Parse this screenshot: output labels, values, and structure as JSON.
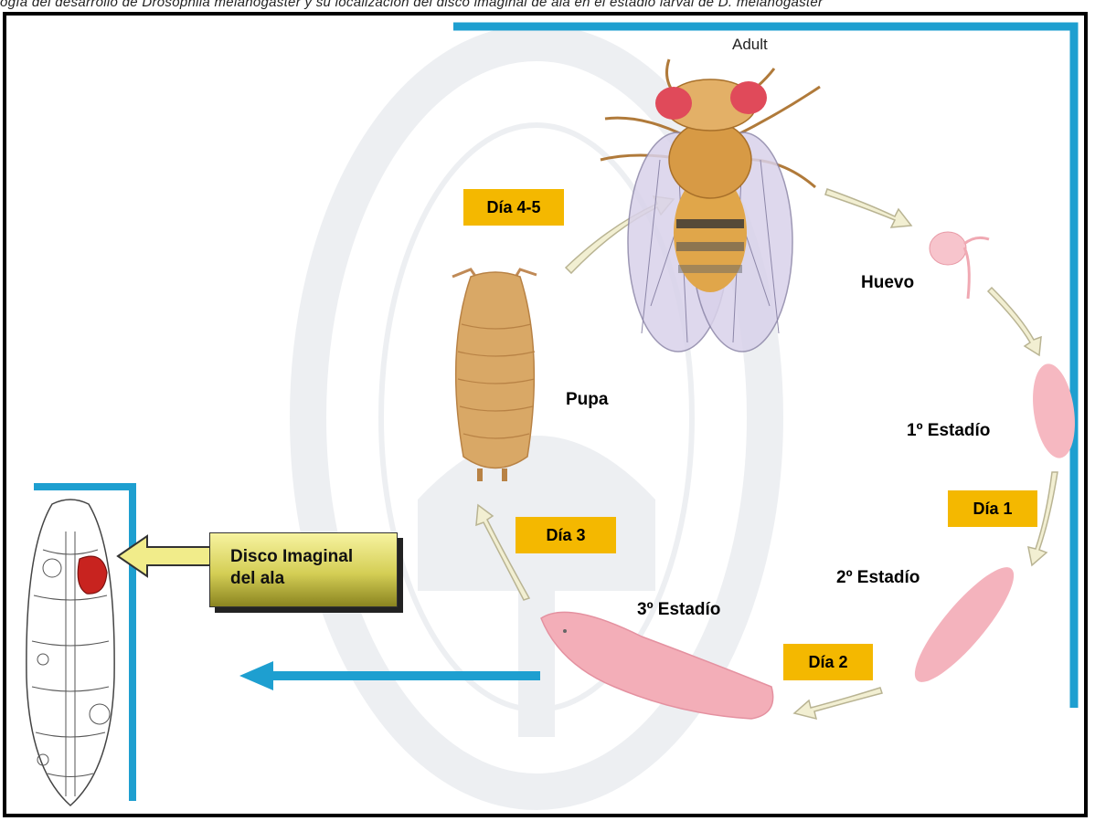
{
  "caption": "ogía del desarrollo de Drosophila melanogaster y su localización del disco imaginal de ala en el estadio larval de D. melanogaster",
  "stages": {
    "adult": "Adult",
    "egg": "Huevo",
    "first_instar": "1º Estadío",
    "second_instar": "2º Estadío",
    "third_instar": "3º Estadío",
    "pupa": "Pupa"
  },
  "days": {
    "day1": "Día 1",
    "day2": "Día 2",
    "day3": "Día 3",
    "day45": "Día 4-5"
  },
  "callout": {
    "line1": "Disco Imaginal",
    "line2": "del ala"
  },
  "colors": {
    "accent_blue": "#1e9fd0",
    "badge": "#f4b800",
    "wing_disc": "#c8231f",
    "larva_pink": "#f3aeb8",
    "pupa_tan": "#d9a866"
  }
}
